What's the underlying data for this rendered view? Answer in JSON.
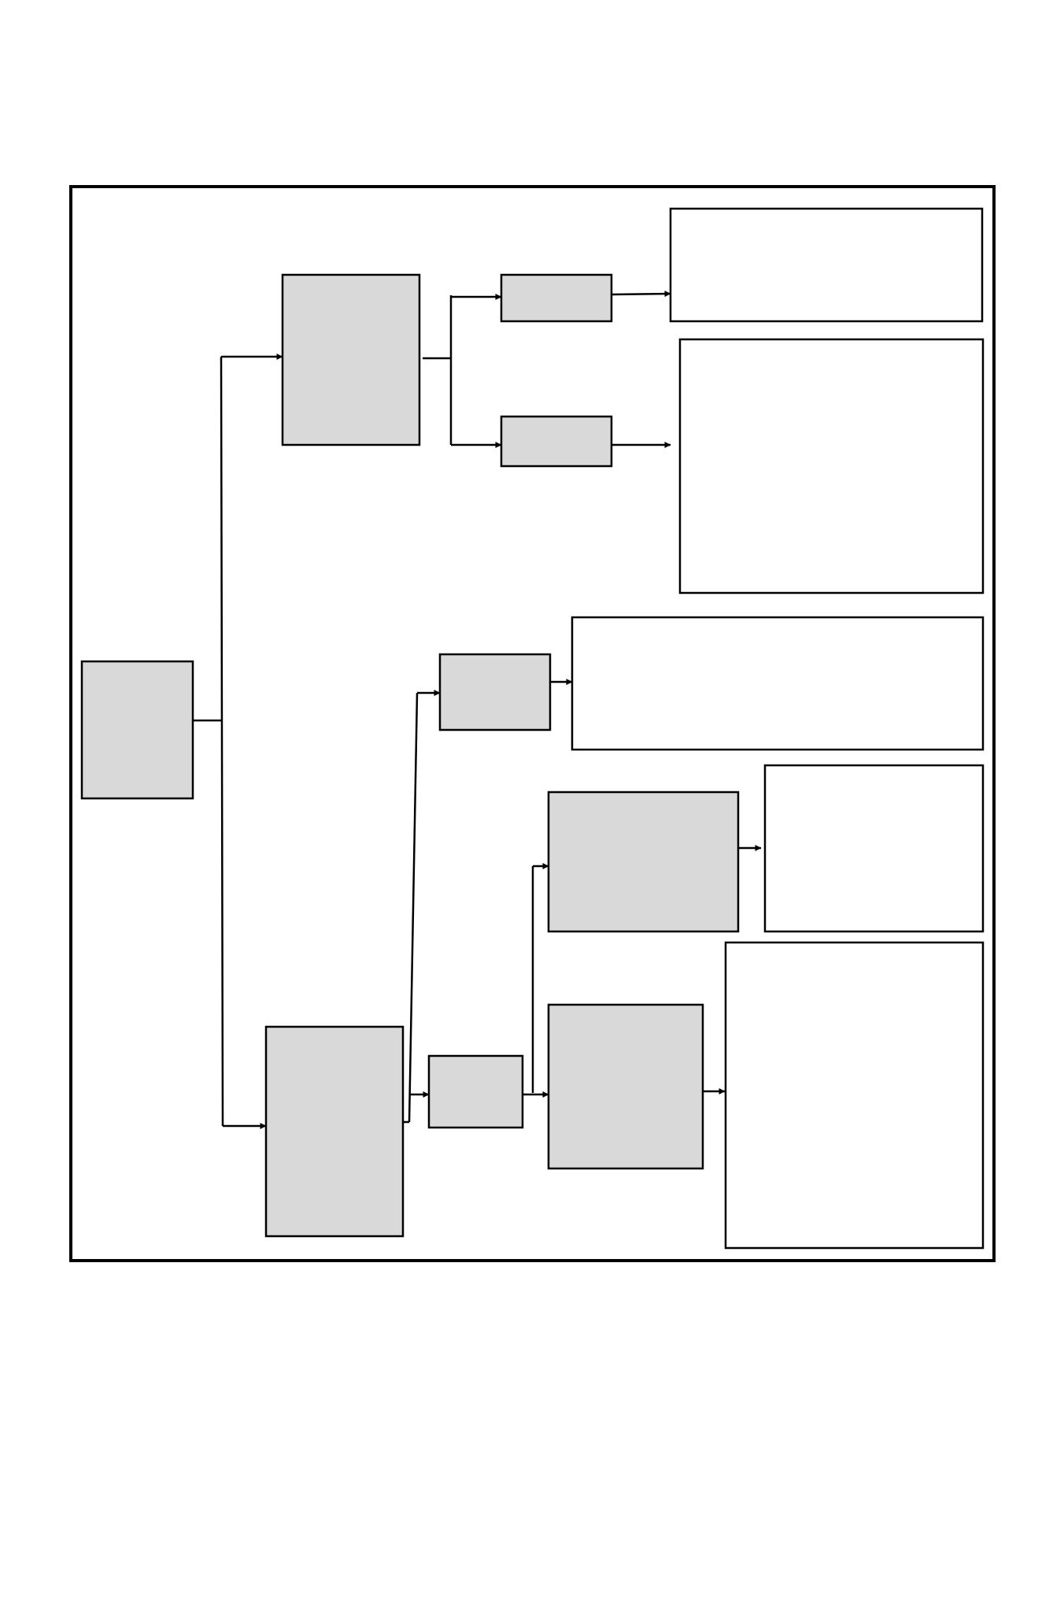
{
  "colors": {
    "background": "#ffffff",
    "stroke": "#000000",
    "node_fill": "#d9d9d9",
    "note_fill": "#ffffff"
  },
  "diagram": {
    "nodes": [
      {
        "id": "root",
        "kind": "process",
        "text": ""
      },
      {
        "id": "upper-branch",
        "kind": "process",
        "text": ""
      },
      {
        "id": "upper-child-1",
        "kind": "process",
        "text": ""
      },
      {
        "id": "upper-child-2",
        "kind": "process",
        "text": ""
      },
      {
        "id": "upper-note-1",
        "kind": "note",
        "text": ""
      },
      {
        "id": "upper-note-2",
        "kind": "note",
        "text": ""
      },
      {
        "id": "lower-branch",
        "kind": "process",
        "text": ""
      },
      {
        "id": "lower-top-child",
        "kind": "process",
        "text": ""
      },
      {
        "id": "lower-top-note",
        "kind": "note",
        "text": ""
      },
      {
        "id": "lower-mid-child",
        "kind": "process",
        "text": ""
      },
      {
        "id": "lower-right-top",
        "kind": "process",
        "text": ""
      },
      {
        "id": "lower-right-top-note",
        "kind": "note",
        "text": ""
      },
      {
        "id": "lower-right-bottom",
        "kind": "process",
        "text": ""
      },
      {
        "id": "lower-right-bottom-note",
        "kind": "note",
        "text": ""
      }
    ],
    "edges": [
      {
        "from": "root",
        "to": "upper-branch"
      },
      {
        "from": "root",
        "to": "lower-branch"
      },
      {
        "from": "upper-branch",
        "to": "upper-child-1"
      },
      {
        "from": "upper-branch",
        "to": "upper-child-2"
      },
      {
        "from": "upper-child-1",
        "to": "upper-note-1"
      },
      {
        "from": "upper-child-2",
        "to": "upper-note-2"
      },
      {
        "from": "lower-branch",
        "to": "lower-top-child"
      },
      {
        "from": "lower-branch",
        "to": "lower-mid-child"
      },
      {
        "from": "lower-top-child",
        "to": "lower-top-note"
      },
      {
        "from": "lower-mid-child",
        "to": "lower-right-top"
      },
      {
        "from": "lower-mid-child",
        "to": "lower-right-bottom"
      },
      {
        "from": "lower-right-top",
        "to": "lower-right-top-note"
      },
      {
        "from": "lower-right-bottom",
        "to": "lower-right-bottom-note"
      }
    ]
  }
}
